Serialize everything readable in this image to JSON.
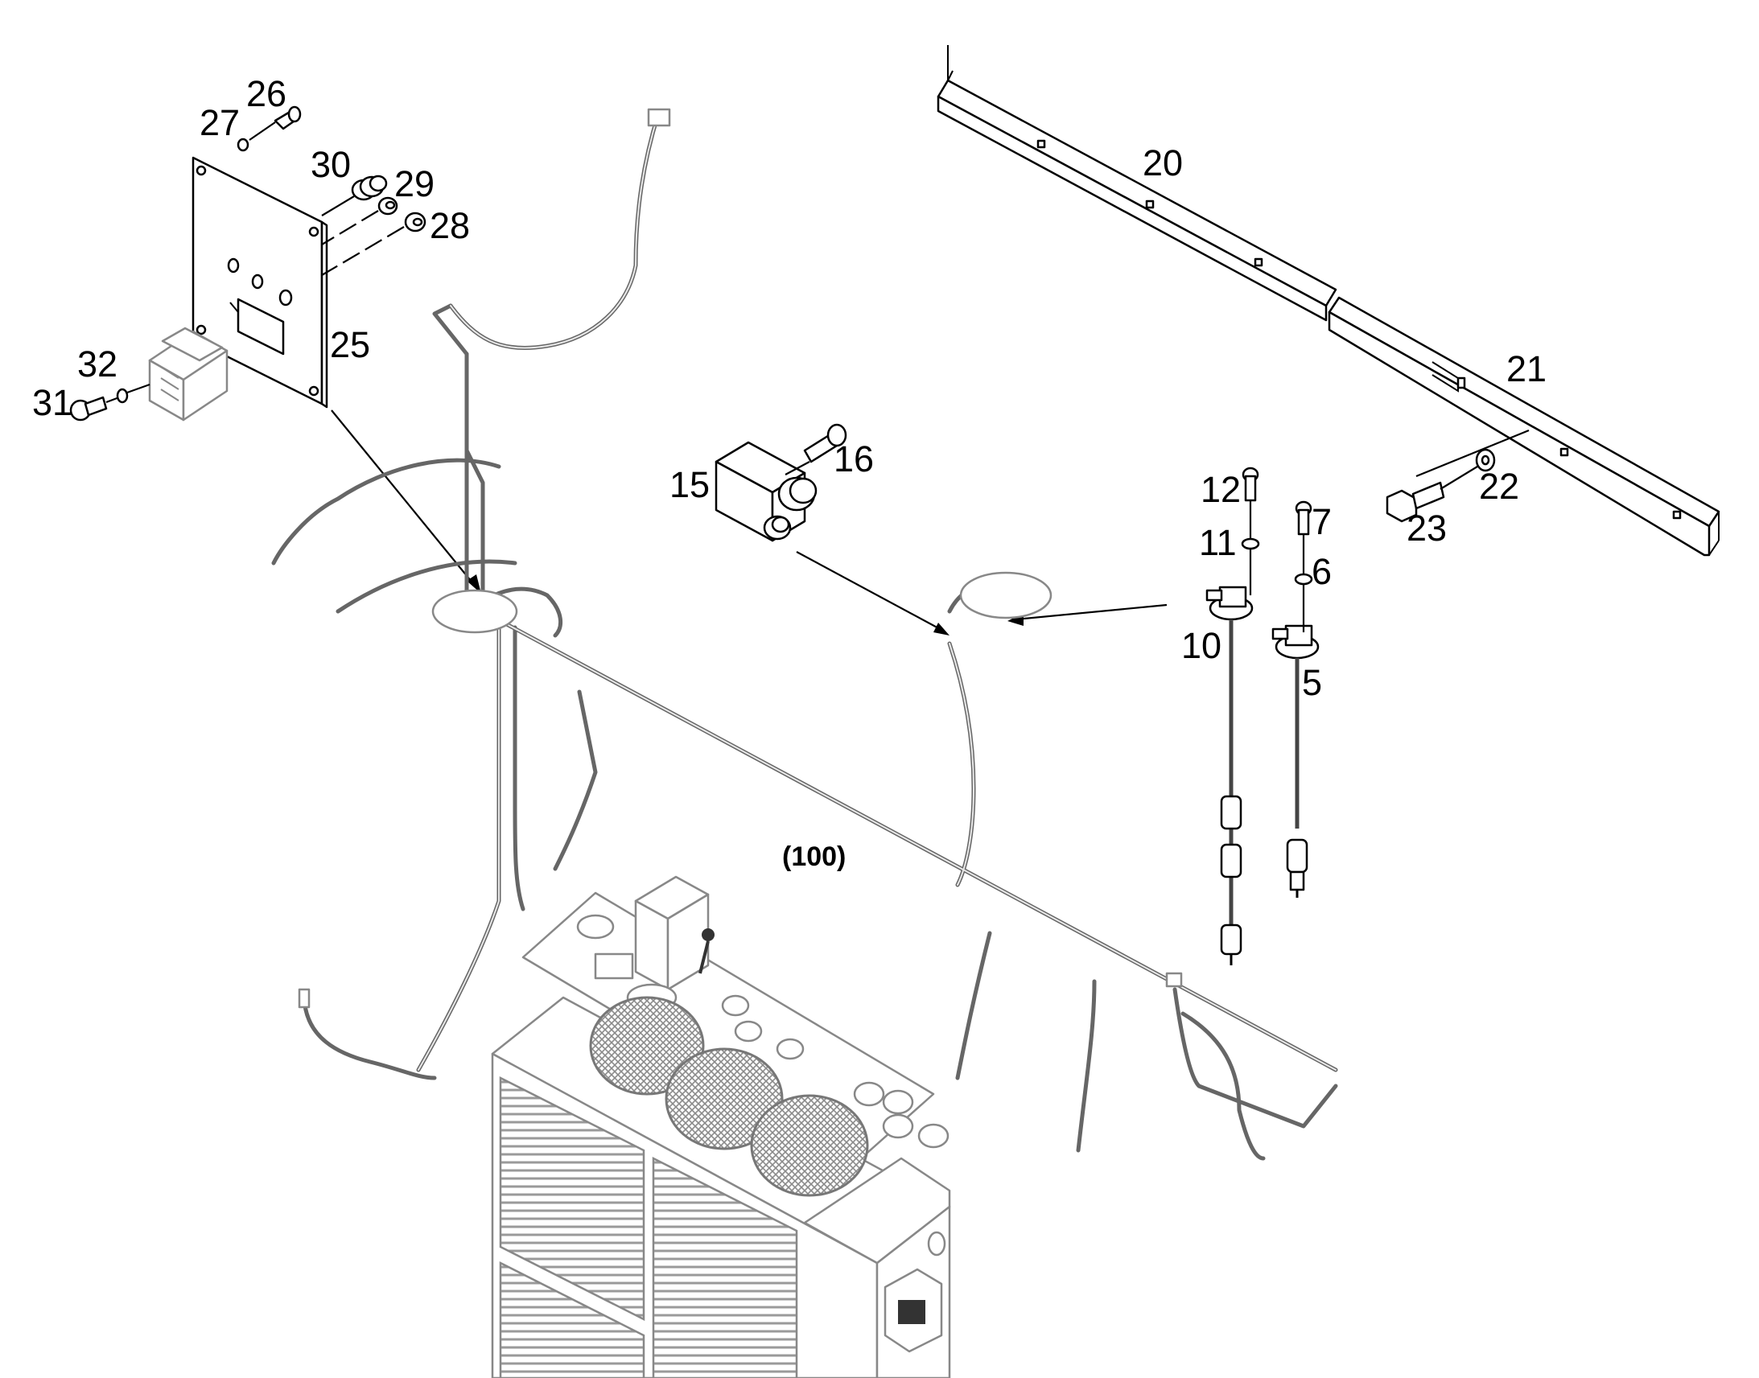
{
  "callouts": {
    "c5": "5",
    "c6": "6",
    "c7": "7",
    "c10": "10",
    "c11": "11",
    "c12": "12",
    "c15": "15",
    "c16": "16",
    "c20": "20",
    "c21": "21",
    "c22": "22",
    "c23": "23",
    "c25": "25",
    "c26": "26",
    "c27": "27",
    "c28": "28",
    "c29": "29",
    "c30": "30",
    "c31": "31",
    "c32": "32",
    "c100": "(100)"
  }
}
